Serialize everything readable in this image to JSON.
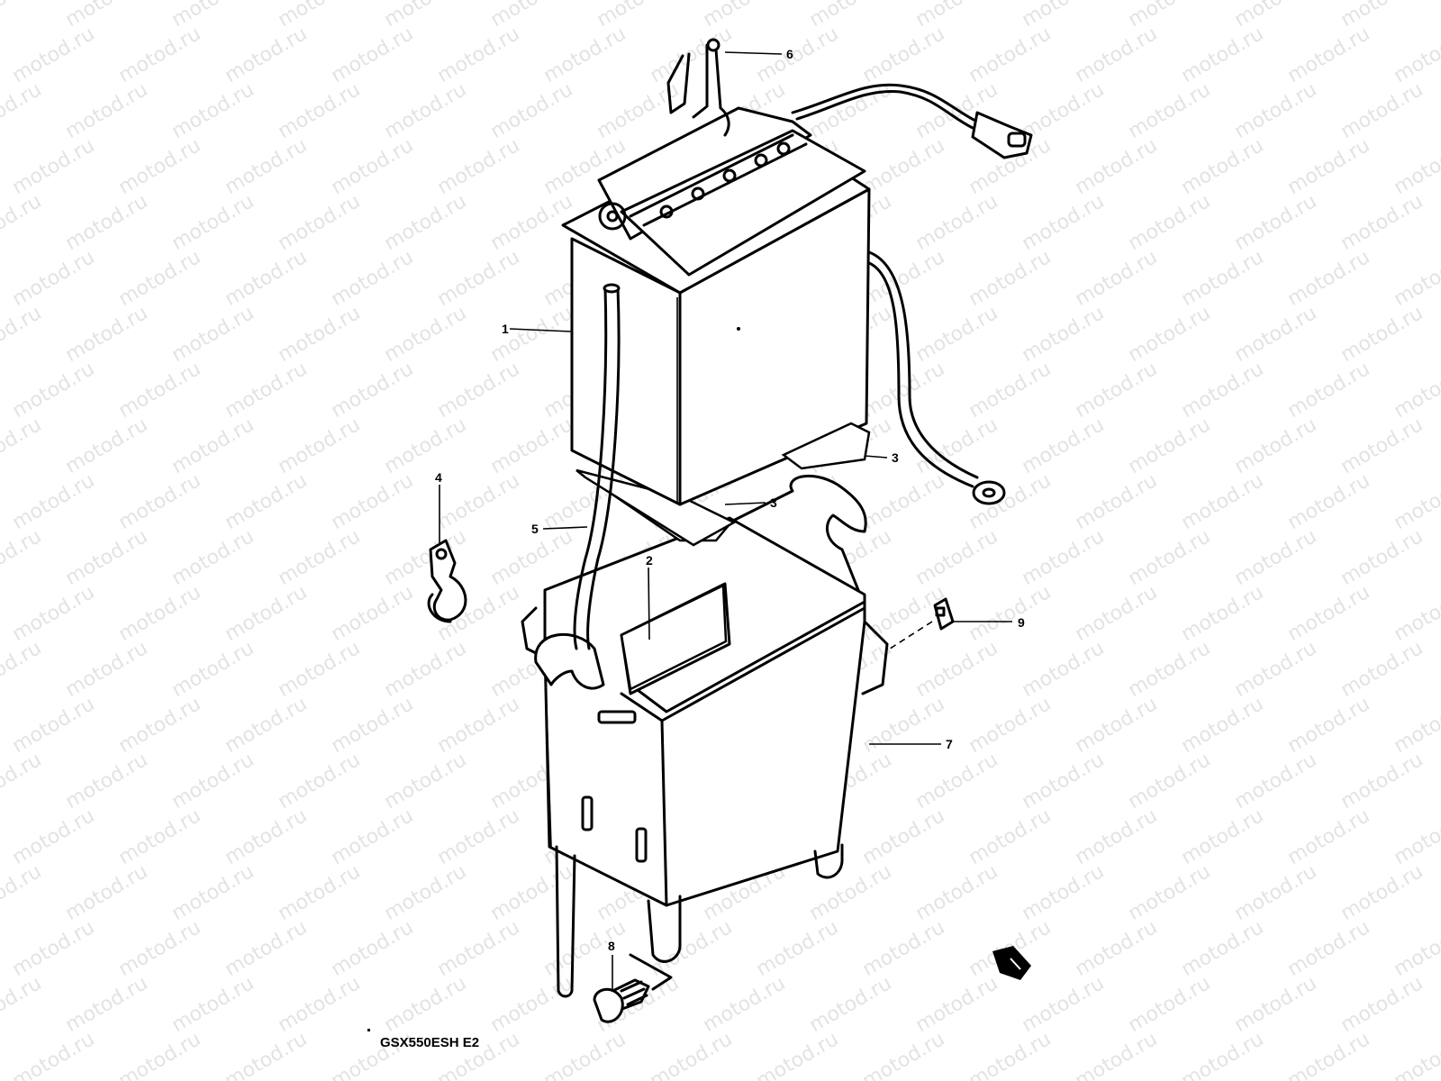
{
  "watermark": {
    "text": "motod.ru"
  },
  "model_label": "GSX550ESH E2",
  "callouts": [
    {
      "id": "battery",
      "number": "1"
    },
    {
      "id": "cushion-sheet",
      "number": "2"
    },
    {
      "id": "pad-upper",
      "number": "3"
    },
    {
      "id": "pad-lower",
      "number": "3"
    },
    {
      "id": "clamp",
      "number": "4"
    },
    {
      "id": "breather-hose",
      "number": "5"
    },
    {
      "id": "terminal-bolt",
      "number": "6"
    },
    {
      "id": "battery-case",
      "number": "7"
    },
    {
      "id": "mount-bolt",
      "number": "8"
    },
    {
      "id": "nut",
      "number": "9"
    }
  ],
  "colors": {
    "ink": "#000000",
    "watermark": "#e3e3e3",
    "background": "#ffffff"
  }
}
